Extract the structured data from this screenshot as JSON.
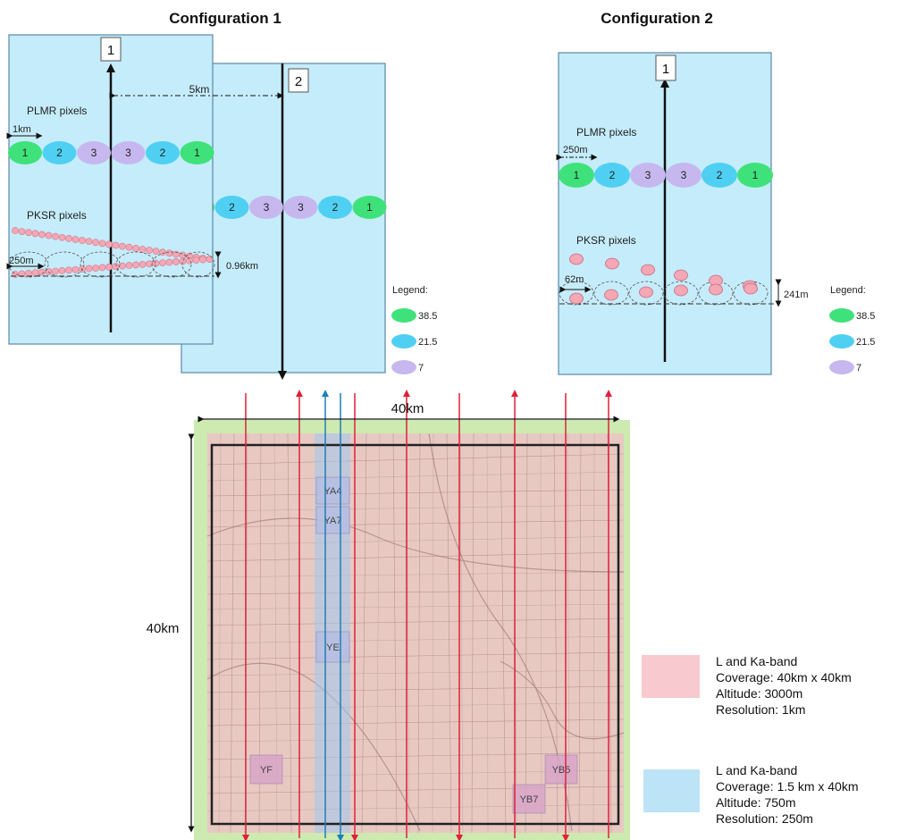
{
  "config1": {
    "title": "Configuration 1",
    "track1": "1",
    "track2": "2",
    "spacing": "5km",
    "plmr_label": "PLMR pixels",
    "pksr_label": "PKSR pixels",
    "plmr_pixel_size": "1km",
    "pksr_pixel_size": "250m",
    "pksr_offset": "0.96km",
    "plmr_row": [
      "1",
      "2",
      "3",
      "3",
      "2",
      "1"
    ]
  },
  "config2": {
    "title": "Configuration 2",
    "track1": "1",
    "plmr_label": "PLMR pixels",
    "pksr_label": "PKSR pixels",
    "plmr_pixel_size": "250m",
    "pksr_pixel_size": "62m",
    "pksr_offset": "241m",
    "plmr_row": [
      "1",
      "2",
      "3",
      "3",
      "2",
      "1"
    ]
  },
  "legend": {
    "title": "Legend:",
    "items": [
      {
        "value": "38.5",
        "color": "#3fe27a"
      },
      {
        "value": "21.5",
        "color": "#4fd0f2"
      },
      {
        "value": "7",
        "color": "#c6b8ef"
      }
    ]
  },
  "map": {
    "width_label": "40km",
    "height_label": "40km",
    "sites": [
      "YA4",
      "YA7",
      "YE",
      "YF",
      "YB5",
      "YB7"
    ]
  },
  "coverage": [
    {
      "color": "#f8c9cf",
      "lines": [
        "L and Ka-band",
        "Coverage: 40km x 40km",
        "Altitude: 3000m",
        "Resolution: 1km"
      ]
    },
    {
      "color": "#bde3f7",
      "lines": [
        "L and Ka-band",
        "Coverage: 1.5 km x 40km",
        "Altitude: 750m",
        "Resolution: 250m"
      ]
    }
  ],
  "colors": {
    "panel": "#c5ecfa",
    "pksr": "#f4a7b5",
    "red_flight": "#e0203a",
    "blue_flight": "#1e7fb8"
  }
}
